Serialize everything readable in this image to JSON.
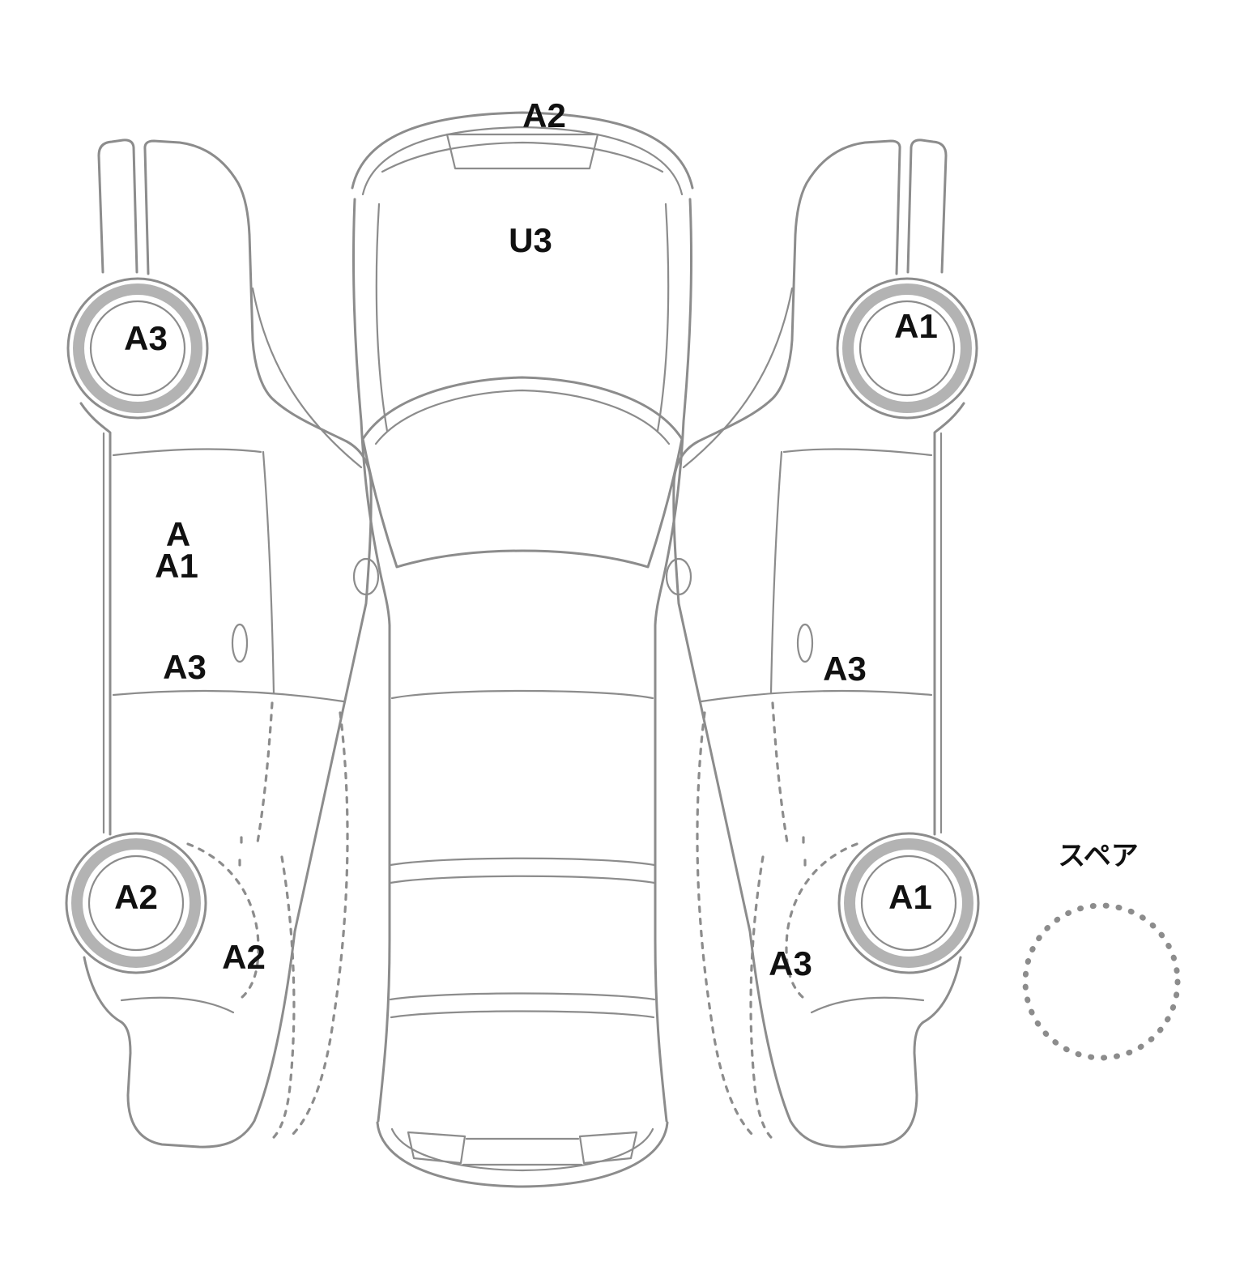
{
  "colors": {
    "line": "#8c8c8c",
    "wheel_ring": "#b3b3b3",
    "text": "#111111",
    "background": "#ffffff"
  },
  "top_view": {
    "front_bumper_label": "A2",
    "hood_label": "U3"
  },
  "left_view": {
    "front_wheel_label": "A3",
    "door_label_a": "A",
    "door_label_a1": "A1",
    "door_sill_label": "A3",
    "rear_wheel_label": "A2",
    "rear_quarter_label": "A2"
  },
  "right_view": {
    "front_wheel_label": "A1",
    "door_label": "A3",
    "rear_wheel_label": "A1",
    "rear_quarter_label": "A3"
  },
  "spare": {
    "label": "スペア"
  }
}
